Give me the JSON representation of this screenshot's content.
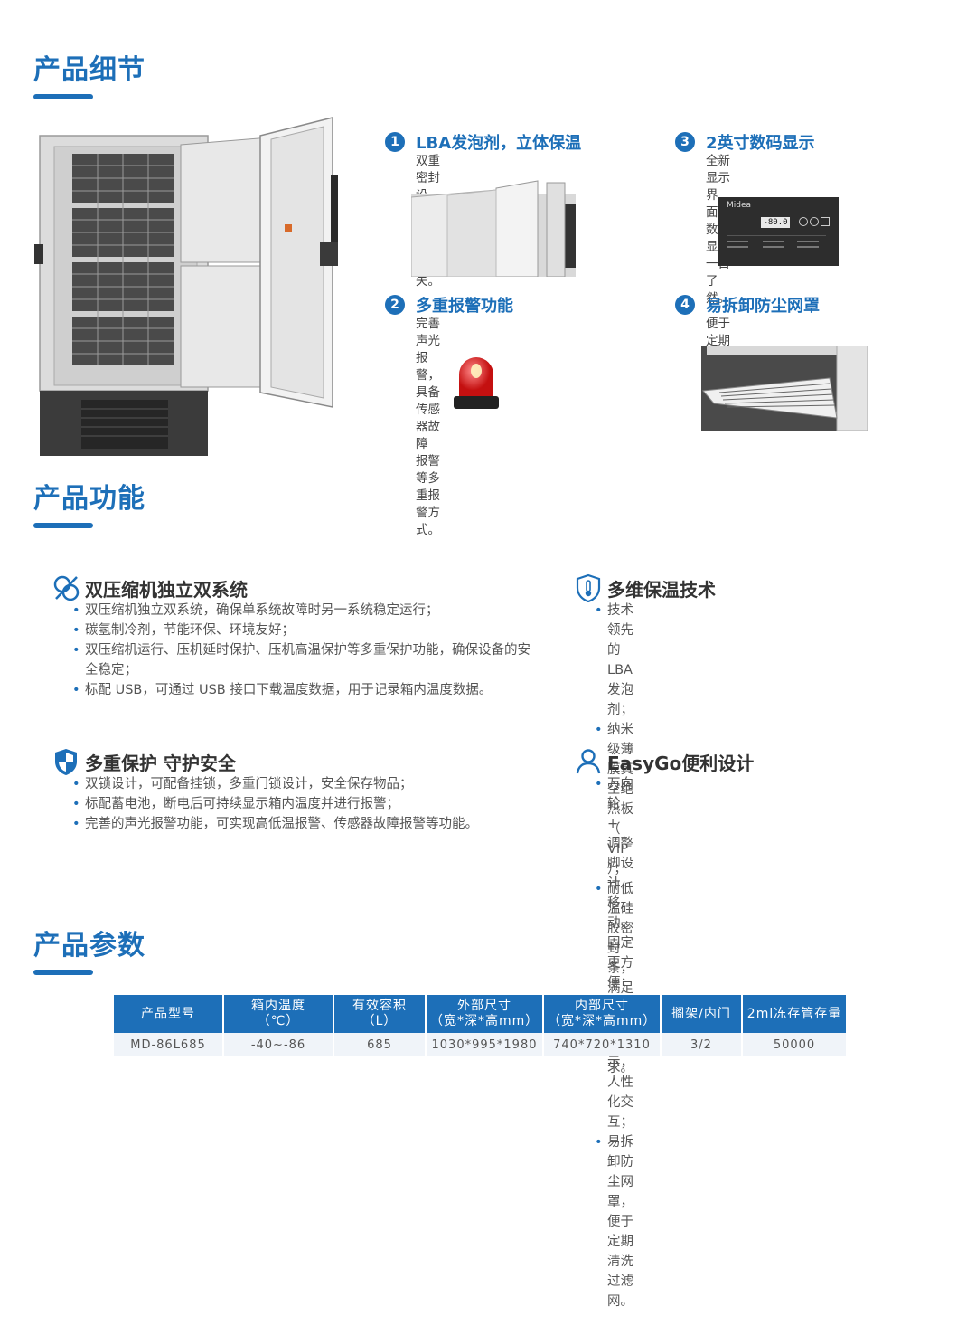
{
  "sections": {
    "details": "产品细节",
    "functions": "产品功能",
    "params": "产品参数"
  },
  "features": [
    {
      "num": "1",
      "title": "LBA发泡剂，立体保温",
      "desc": [
        "双重密封设计，阻止冷量流失。"
      ]
    },
    {
      "num": "2",
      "title": "多重报警功能",
      "desc": [
        "完善声光报警，具备传感器故障",
        "报警等多重报警方式。"
      ]
    },
    {
      "num": "3",
      "title": "2英寸数码显示",
      "desc": [
        "全新显示界面，数据显示一目了然。"
      ]
    },
    {
      "num": "4",
      "title": "易拆卸防尘网罩",
      "desc": [
        "便于定期清洗过滤网。"
      ]
    }
  ],
  "display_panel": {
    "brand": "Midea",
    "reading": "-80.0"
  },
  "functions": [
    {
      "title": "双压缩机独立双系统",
      "icon": "dual-compressor-icon",
      "items": [
        "双压缩机独立双系统，确保单系统故障时另一系统稳定运行；",
        "碳氢制冷剂，节能环保、环境友好；",
        "双压缩机运行、压机延时保护、压机高温保护等多重保护功能，确保设备的安全稳定；",
        "标配 USB，可通过 USB 接口下载温度数据，用于记录箱内温度数据。"
      ]
    },
    {
      "title": "多维保温技术",
      "icon": "thermometer-shield-icon",
      "items": [
        "技术领先的 LBA 发泡剂；",
        "纳米级薄膜真空绝热板（ VIP ）；",
        "耐低温硅胶密封条，满足更低温度要求。"
      ]
    },
    {
      "title": "多重保护  守护安全",
      "icon": "shield-icon",
      "items": [
        "双锁设计，可配备挂锁，多重门锁设计，安全保存物品；",
        "标配蓄电池，断电后可持续显示箱内温度并进行报警；",
        "完善的声光报警功能，可实现高低温报警、传感器故障报警等功能。"
      ]
    },
    {
      "title": "EasyGo便利设计",
      "icon": "user-icon",
      "items": [
        "万向轮 + 调整脚设计，移动、固定更方便；",
        "2 英寸数码显示，人性化交互；",
        "易拆卸防尘网罩，便于定期清洗过滤网。"
      ]
    }
  ],
  "table": {
    "headers": [
      [
        "产品型号"
      ],
      [
        "箱内温度",
        "（℃）"
      ],
      [
        "有效容积",
        "（L）"
      ],
      [
        "外部尺寸",
        "（宽*深*高mm）"
      ],
      [
        "内部尺寸",
        "（宽*深*高mm）"
      ],
      [
        "搁架/内门"
      ],
      [
        "2ml冻存管存量"
      ]
    ],
    "row": [
      "MD-86L685",
      "-40~-86",
      "685",
      "1030*995*1980",
      "740*720*1310",
      "3/2",
      "50000"
    ]
  },
  "colors": {
    "accent": "#1d6fb8",
    "alarm": "#e02020"
  }
}
